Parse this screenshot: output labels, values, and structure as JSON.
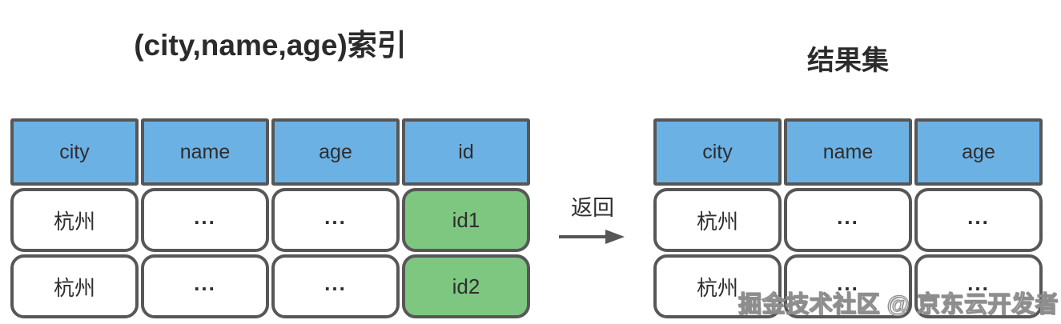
{
  "left_panel": {
    "title": "(city,name,age)索引",
    "table": {
      "headers": [
        "city",
        "name",
        "age",
        "id"
      ],
      "rows": [
        [
          "杭州",
          "...",
          "...",
          "id1"
        ],
        [
          "杭州",
          "...",
          "...",
          "id2"
        ]
      ]
    }
  },
  "arrow": {
    "label": "返回"
  },
  "right_panel": {
    "title": "结果集",
    "table": {
      "headers": [
        "city",
        "name",
        "age"
      ],
      "rows": [
        [
          "杭州",
          "...",
          "..."
        ],
        [
          "杭州",
          "...",
          "..."
        ]
      ]
    }
  },
  "watermark": "掘金技术社区 @ 京东云开发者",
  "colors": {
    "header_fill": "#6cb1e4",
    "id_fill": "#7ec781",
    "border": "#575757",
    "text": "#2b2b2b"
  }
}
